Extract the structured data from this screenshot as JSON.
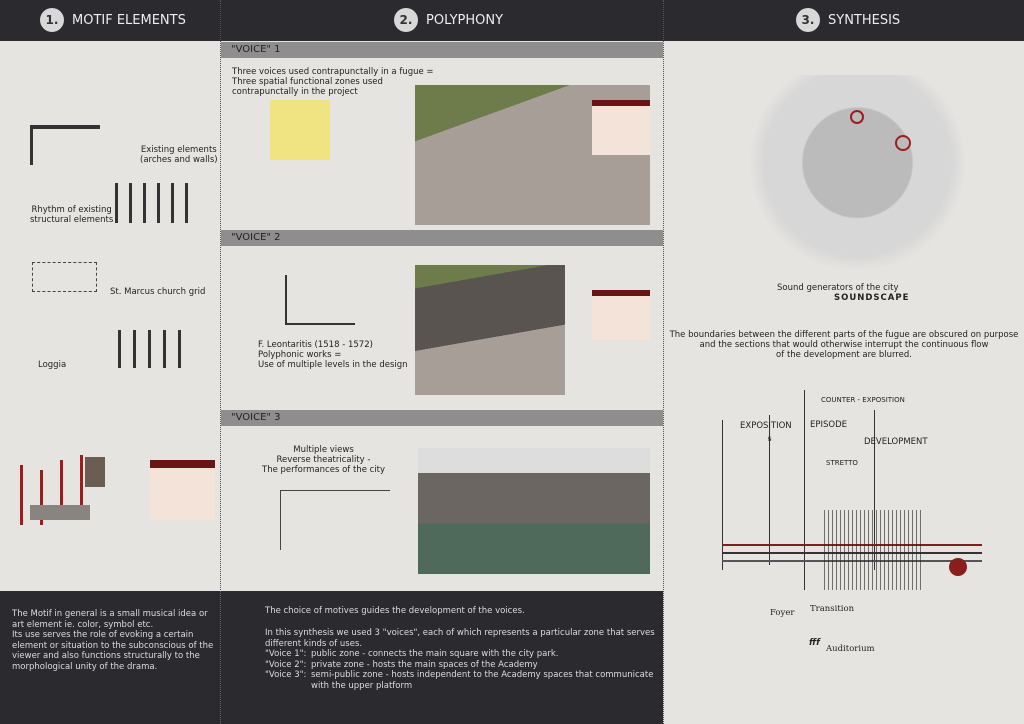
{
  "header": {
    "sections": [
      {
        "num": "1.",
        "title": "MOTIF ELEMENTS"
      },
      {
        "num": "2.",
        "title": "POLYPHONY"
      },
      {
        "num": "3.",
        "title": "SYNTHESIS"
      }
    ]
  },
  "motif": {
    "labels": [
      "Existing elements\n(arches and walls)",
      "Rhythm of existing\nstructural elements",
      "St. Marcus church grid",
      "Loggia"
    ]
  },
  "polyphony": {
    "voices": [
      {
        "title": "\"VOICE\" 1",
        "text": "Three voices used contrapunctally in a fugue =\nThree spatial functional zones used\ncontrapunctally in the project"
      },
      {
        "title": "\"VOICE\" 2",
        "text": "F. Leontaritis (1518 - 1572)\nPolyphonic works =\nUse of multiple levels in the design"
      },
      {
        "title": "\"VOICE\" 3",
        "text": "Multiple views\nReverse theatricality -\nThe performances of the city"
      }
    ]
  },
  "synthesis": {
    "map_caption": "Sound generators of the city",
    "map_title": "SOUNDSCAPE",
    "paragraph": "The boundaries between the different parts of the fugue are obscured on purpose\nand the sections that would otherwise interrupt the continuous flow\nof the development are blurred.",
    "diagram_labels": {
      "counter": "COUNTER - EXPOSITION",
      "exposition": "EXPOSITION",
      "episode": "EPISODE",
      "development": "DEVELOPMENT",
      "stretto": "STRETTO",
      "segno": "𝄋",
      "foyer": "Foyer",
      "transition": "Transition",
      "fff": "fff",
      "auditorium": "Auditorium"
    }
  },
  "footer": {
    "left": "The Motif in general is a small musical idea or\nart element ie. color, symbol etc.\nIts use serves the role of evoking a certain\nelement or situation to the subconscious of the\nviewer and also functions structurally to the\nmorphological unity of the drama.",
    "right_intro": "The choice of motives guides the development of the voices.",
    "right_body": "In this synthesis we used 3 \"voices\", each of which represents a particular zone that serves\ndifferent kinds of uses.",
    "voices": [
      {
        "k": "\"Voice 1\":",
        "v": "public zone - connects the main square with the city park."
      },
      {
        "k": "\"Voice 2\":",
        "v": "private zone - hosts the main spaces of the Academy"
      },
      {
        "k": "\"Voice 3\":",
        "v": "semi-public zone - hosts independent to the Academy spaces that communicate\nwith the upper platform"
      }
    ]
  }
}
